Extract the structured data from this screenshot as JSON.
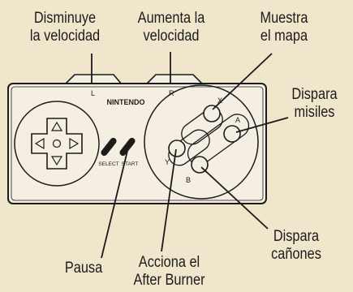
{
  "controller": {
    "brand": "NINTENDO",
    "buttons": {
      "l": "L",
      "r": "R",
      "x": "X",
      "a": "A",
      "y": "Y",
      "b": "B",
      "select": "SELECT",
      "start": "START"
    }
  },
  "labels": {
    "slow_line1": "Disminuye",
    "slow_line2": "la velocidad",
    "fast_line1": "Aumenta la",
    "fast_line2": "velocidad",
    "map_line1": "Muestra",
    "map_line2": "el mapa",
    "missiles_line1": "Dispara",
    "missiles_line2": "misiles",
    "pause": "Pausa",
    "afterburner_line1": "Acciona el",
    "afterburner_line2": "After Burner",
    "cannons_line1": "Dispara",
    "cannons_line2": "cañones"
  },
  "colors": {
    "background": "#efe6cc",
    "controller_body": "#f4efe2",
    "ink": "#1b1b1b"
  }
}
